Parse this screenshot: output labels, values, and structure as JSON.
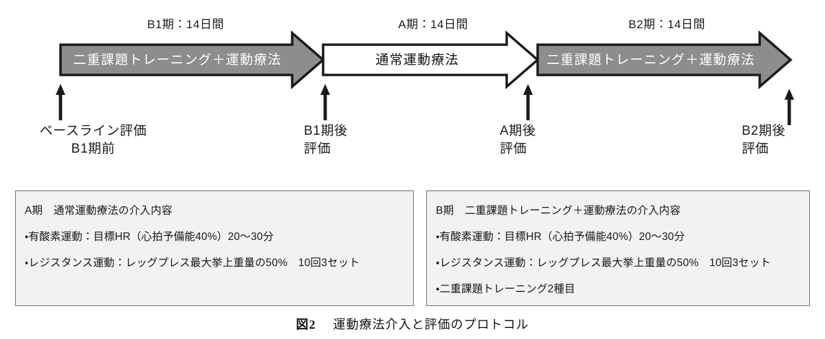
{
  "figure": {
    "caption_number": "図2",
    "caption_text": "運動療法介入と評価のプロトコル"
  },
  "colors": {
    "arrow_gray_fill": "#8d8d90",
    "arrow_outline": "#1a1a1a",
    "arrow_white_fill": "#ffffff",
    "box_background": "#f2f2f2",
    "box_border": "#6e6e6e",
    "text_dark": "#1a1a1a",
    "text_light": "#ffffff"
  },
  "timeline": {
    "phases": [
      {
        "id": "b1",
        "header": "B1期：14日間",
        "label": "二重課題トレーニング＋運動療法",
        "style": "gray"
      },
      {
        "id": "a",
        "header": "A期：14日間",
        "label": "通常運動療法",
        "style": "white"
      },
      {
        "id": "b2",
        "header": "B2期：14日間",
        "label": "二重課題トレーニング＋運動療法",
        "style": "gray"
      }
    ],
    "evaluations": [
      {
        "id": "baseline",
        "line1": "ベースライン評価",
        "line2": "B1期前"
      },
      {
        "id": "post-b1",
        "line1": "B1期後",
        "line2": "評価"
      },
      {
        "id": "post-a",
        "line1": "A期後",
        "line2": "評価"
      },
      {
        "id": "post-b2",
        "line1": "B2期後",
        "line2": "評価"
      }
    ]
  },
  "intervention_boxes": [
    {
      "id": "phase-a",
      "title": "A期　通常運動療法の介入内容",
      "items": [
        "・有酸素運動：目標HR（心拍予備能40%）20〜30分",
        "・レジスタンス運動：レッグプレス最大挙上重量の50%　10回3セット"
      ]
    },
    {
      "id": "phase-b",
      "title": "B期　二重課題トレーニング＋運動療法の介入内容",
      "items": [
        "・有酸素運動：目標HR（心拍予備能40%）20〜30分",
        "・レジスタンス運動：レッグプレス最大挙上重量の50%　10回3セット",
        "・二重課題トレーニング2種目"
      ]
    }
  ]
}
